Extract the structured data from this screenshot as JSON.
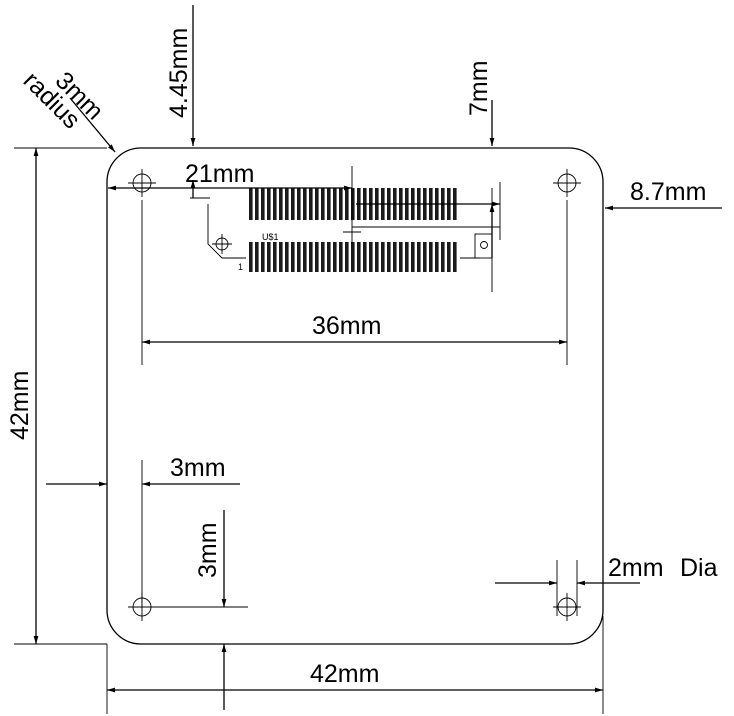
{
  "dimensions": {
    "top_offset": "4.45mm",
    "corner_radius_value": "3mm",
    "corner_radius_word": "radius",
    "connector_height": "7mm",
    "connector_offset_x": "21mm",
    "right_offset": "8.7mm",
    "hole_spacing": "36mm",
    "board_height": "42mm",
    "board_width": "42mm",
    "hole_inset_x": "3mm",
    "hole_inset_y": "3mm",
    "hole_diameter": "2mm",
    "hole_diameter_suffix": "Dia"
  },
  "component": {
    "ref": "U$1",
    "pin_one": "1"
  }
}
